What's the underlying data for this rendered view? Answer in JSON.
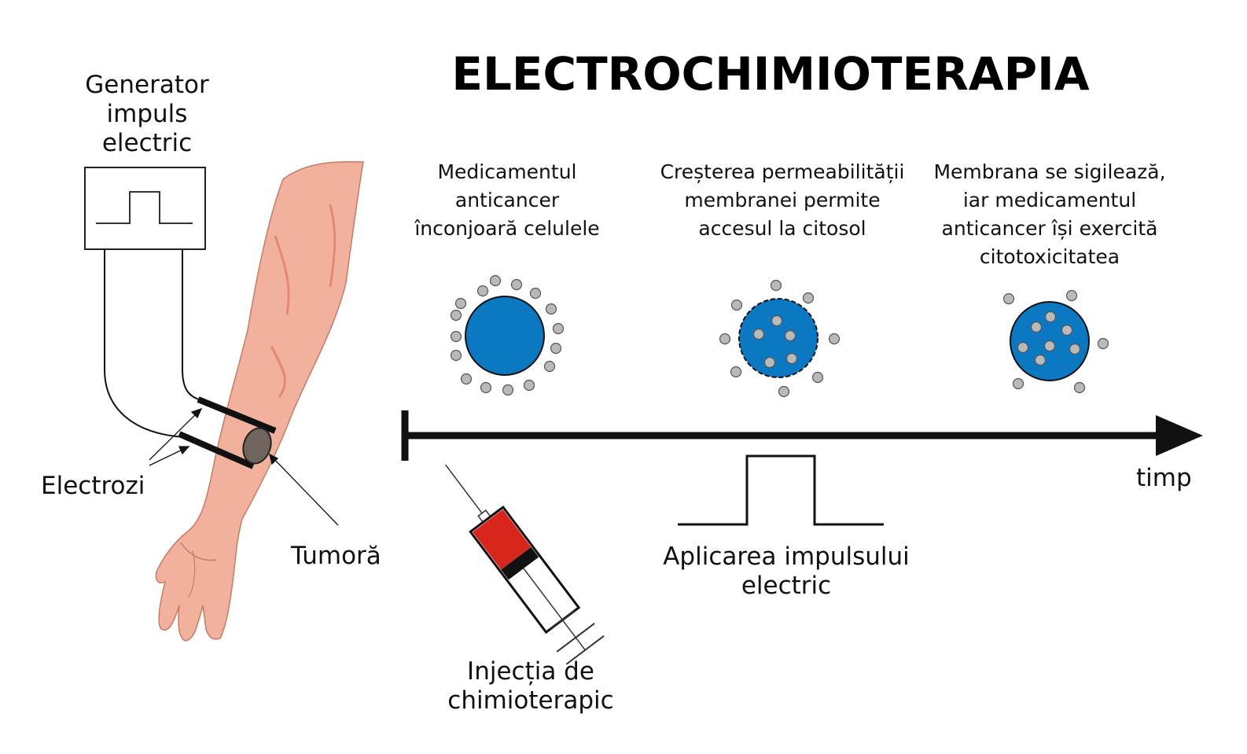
{
  "title": "ELECTROCHIMIOTERAPIA",
  "generator": {
    "lines": [
      "Generator",
      "impuls",
      "electric"
    ]
  },
  "labels": {
    "electrodes": "Electrozi",
    "tumor": "Tumoră",
    "time": "timp",
    "injection": [
      "Injecția de",
      "chimioterapic"
    ],
    "pulse": [
      "Aplicarea impulsului",
      "electric"
    ]
  },
  "stages": [
    {
      "lines": [
        "Medicamentul",
        "anticancer",
        "înconjoară celulele"
      ]
    },
    {
      "lines": [
        "Creșterea permeabilității",
        "membranei permite",
        "accesul la citosol"
      ]
    },
    {
      "lines": [
        "Membrana se sigilează,",
        "iar medicamentul",
        "anticancer își exercită",
        "citotoxicitatea"
      ]
    }
  ],
  "colors": {
    "cell": "#0b78c2",
    "drug": "#b9b9b9",
    "skin": "#f2b19c",
    "skin_dark": "#e08a72",
    "syringe_fluid": "#d9261c",
    "tumor": "#6f655e"
  }
}
